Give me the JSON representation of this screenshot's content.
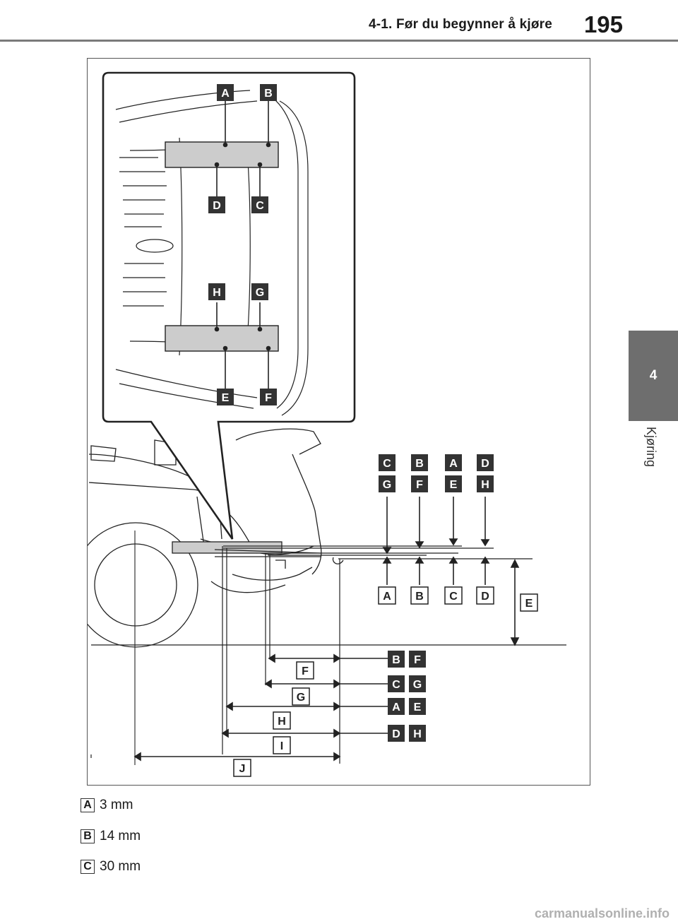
{
  "header": {
    "section_title": "4-1. Før du begynner å kjøre",
    "page_number": "195"
  },
  "side_tab": {
    "chapter_number": "4",
    "chapter_label": "Kjøring"
  },
  "figure": {
    "detail_labels": {
      "A": "A",
      "B": "B",
      "C": "C",
      "D": "D",
      "E": "E",
      "F": "F",
      "G": "G",
      "H": "H"
    },
    "dimension_labels": {
      "A": "A",
      "B": "B",
      "C": "C",
      "D": "D",
      "E": "E",
      "F": "F",
      "G": "G",
      "H": "H",
      "I": "I",
      "J": "J"
    },
    "colors": {
      "dark_box": "#333333",
      "callout_fill": "#ffffff",
      "stroke": "#222222",
      "hitch_fill": "#cccccc"
    }
  },
  "legend": [
    {
      "key": "A",
      "text": "3 mm"
    },
    {
      "key": "B",
      "text": "14 mm"
    },
    {
      "key": "C",
      "text": "30 mm"
    }
  ],
  "footer": {
    "watermark": "carmanualsonline.info"
  }
}
